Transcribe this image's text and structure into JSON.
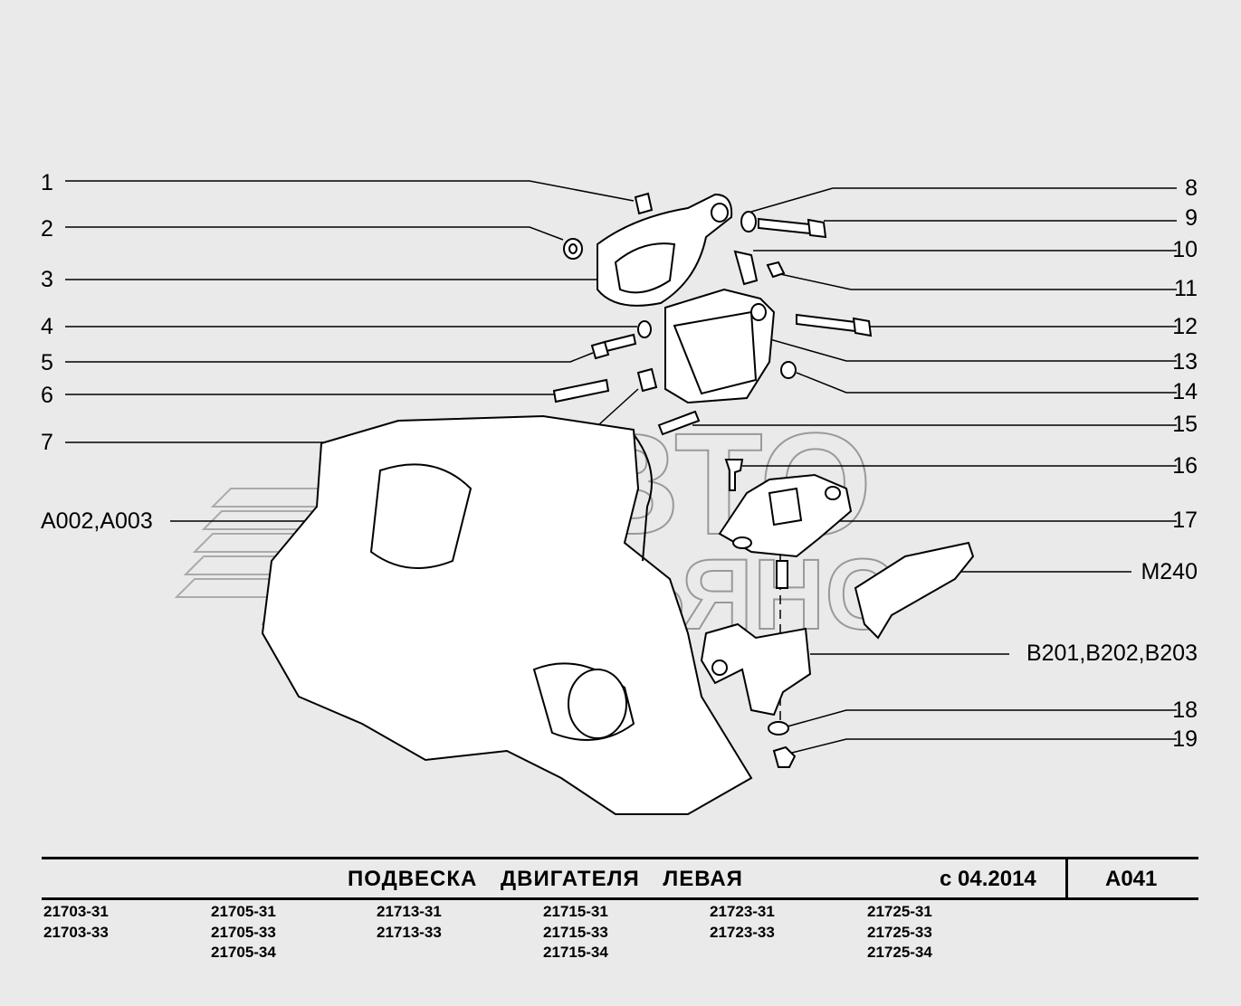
{
  "callouts_left": [
    {
      "label": "1"
    },
    {
      "label": "2"
    },
    {
      "label": "3"
    },
    {
      "label": "4"
    },
    {
      "label": "5"
    },
    {
      "label": "6"
    },
    {
      "label": "7"
    },
    {
      "label": "A002,A003"
    }
  ],
  "callouts_right": [
    {
      "label": "8"
    },
    {
      "label": "9"
    },
    {
      "label": "10"
    },
    {
      "label": "11"
    },
    {
      "label": "12"
    },
    {
      "label": "13"
    },
    {
      "label": "14"
    },
    {
      "label": "15"
    },
    {
      "label": "16"
    },
    {
      "label": "17"
    },
    {
      "label": "M240"
    },
    {
      "label": "B201,B202,B203"
    },
    {
      "label": "18"
    },
    {
      "label": "19"
    }
  ],
  "watermark": {
    "line1": "АВТО",
    "line2": "АЛЬЯНС"
  },
  "title": {
    "text": "ПОДВЕСКА ДВИГАТЕЛЯ ЛЕВАЯ",
    "date": "с 04.2014",
    "code": "A041"
  },
  "models": [
    [
      "21703-31",
      "21703-33"
    ],
    [
      "21705-31",
      "21705-33",
      "21705-34"
    ],
    [
      "21713-31",
      "21713-33"
    ],
    [
      "21715-31",
      "21715-33",
      "21715-34"
    ],
    [
      "21723-31",
      "21723-33"
    ],
    [
      "21725-31",
      "21725-33",
      "21725-34"
    ]
  ]
}
